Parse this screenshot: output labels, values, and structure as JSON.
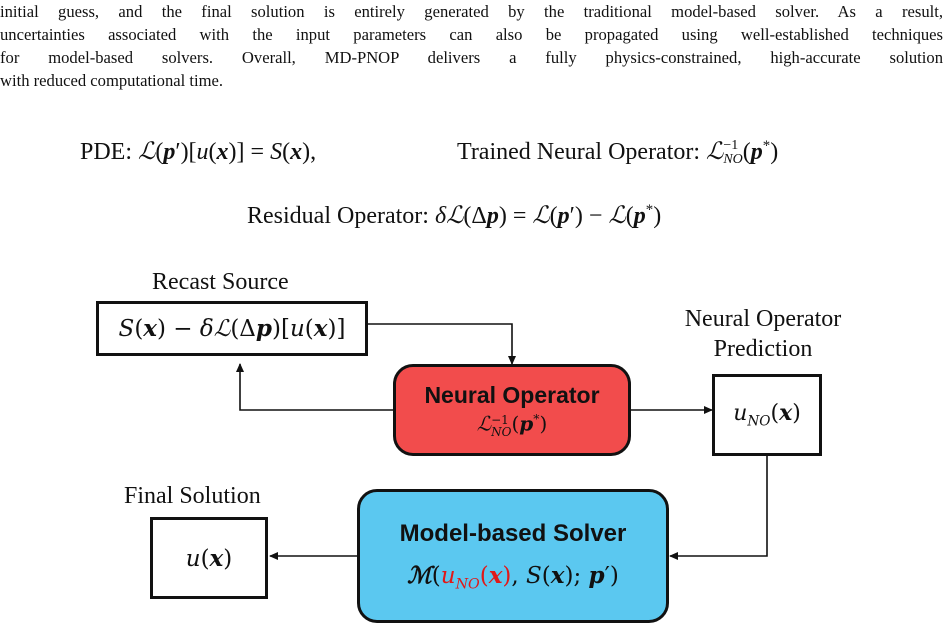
{
  "paragraph": {
    "lines": [
      "initial guess, and the final solution is entirely generated by the traditional model-based solver. As a result,",
      "uncertainties associated with the input parameters can also be propagated using well-established techniques",
      "for model-based solvers. Overall, MD-PNOP delivers a fully physics-constrained, high-accurate solution",
      "with reduced computational time."
    ]
  },
  "equations": {
    "pde_label": "PDE:",
    "trained_label": "Trained Neural Operator:",
    "residual_label": "Residual Operator:"
  },
  "diagram": {
    "recast_source_label": "Recast Source",
    "neural_operator_prediction_label_line1": "Neural Operator",
    "neural_operator_prediction_label_line2": "Prediction",
    "final_solution_label": "Final Solution",
    "neural_operator_title": "Neural Operator",
    "model_solver_title": "Model-based Solver",
    "colors": {
      "neural_operator_fill": "#f24c4c",
      "model_solver_fill": "#5bc8f0",
      "highlight": "#e01919"
    }
  }
}
